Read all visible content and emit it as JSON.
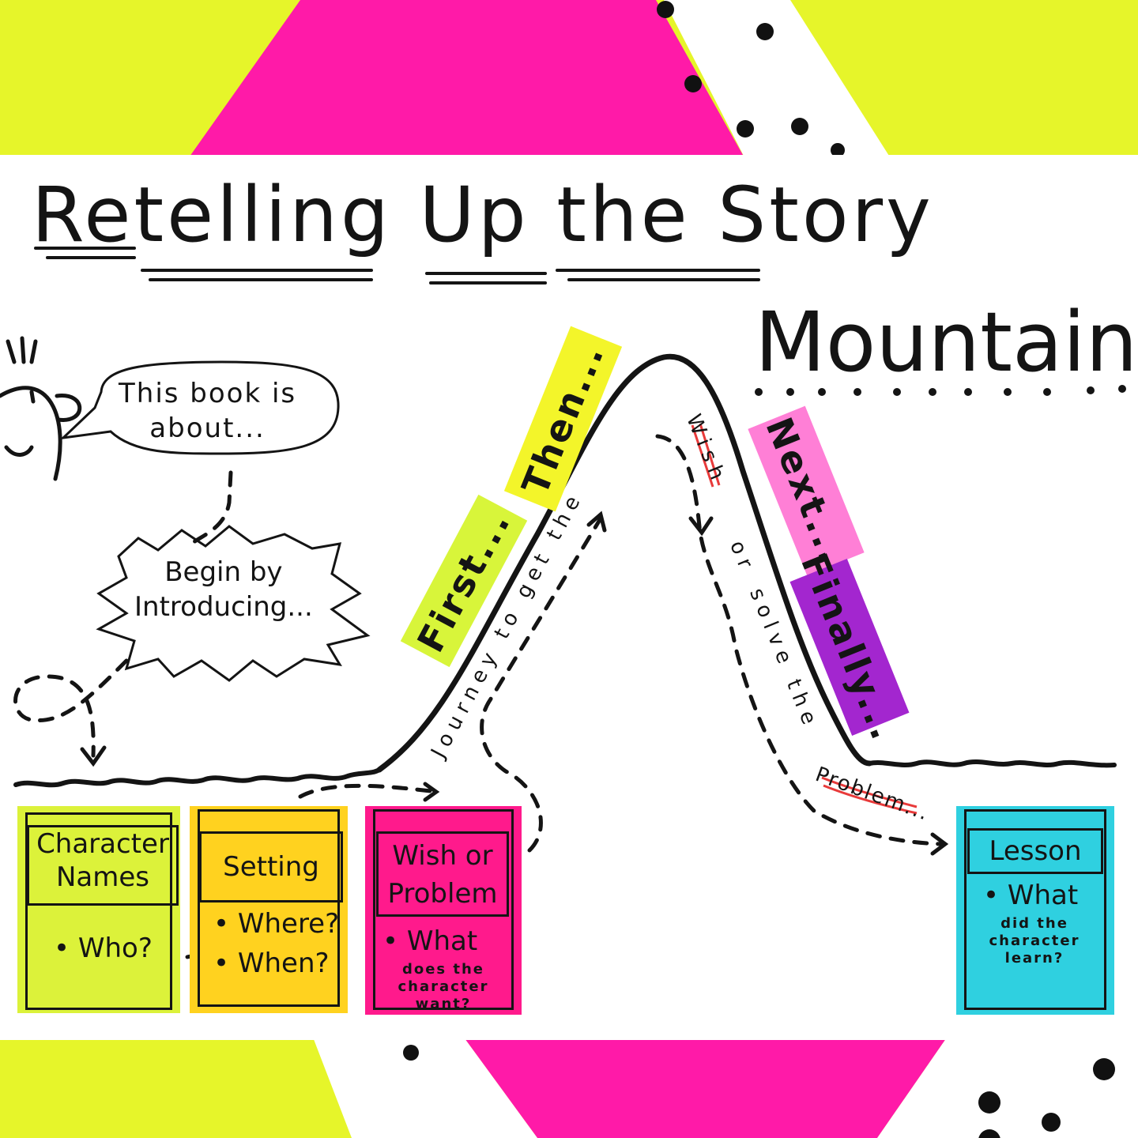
{
  "colors": {
    "background_yellow": "#e6f52a",
    "magenta": "#ff1aa8",
    "ink": "#141414",
    "red_accent": "#e83a3a",
    "tag_green": "#d8f53a",
    "tag_yellow": "#f3f52a",
    "tag_pink": "#ff7fd6",
    "tag_purple": "#a326cf",
    "card_green": "#dcf23a",
    "card_yellow": "#ffd21f",
    "card_magenta": "#ff1a8c",
    "card_cyan": "#2fd0e0"
  },
  "title": {
    "line1": "Retelling Up the Story",
    "line2": "Mountain"
  },
  "speech_bubble": {
    "line1": "This book is",
    "line2": "about..."
  },
  "burst": {
    "line1": "Begin by",
    "line2": "Introducing..."
  },
  "tags": {
    "first": "First...",
    "then": "Then...",
    "next": "Next...",
    "finally": "Finally..."
  },
  "path_labels": {
    "up": "Journey to get the",
    "down_wish": "Wish",
    "down_or": "or",
    "down_rest": "solve the",
    "problem": "Problem..."
  },
  "cards": [
    {
      "title_line1": "Character",
      "title_line2": "Names",
      "body": "• Who?"
    },
    {
      "title_line1": "Setting",
      "title_line2": "",
      "body_line1": "• Where?",
      "body_line2": "• When?"
    },
    {
      "title_line1": "Wish or",
      "title_line2": "Problem",
      "body_line1": "• What",
      "body_small1": "does the",
      "body_small2": "character",
      "body_small3": "want?"
    },
    {
      "title_line1": "Lesson",
      "title_line2": "",
      "body_line1": "• What",
      "body_small1": "did the",
      "body_small2": "character",
      "body_small3": "learn?"
    }
  ]
}
